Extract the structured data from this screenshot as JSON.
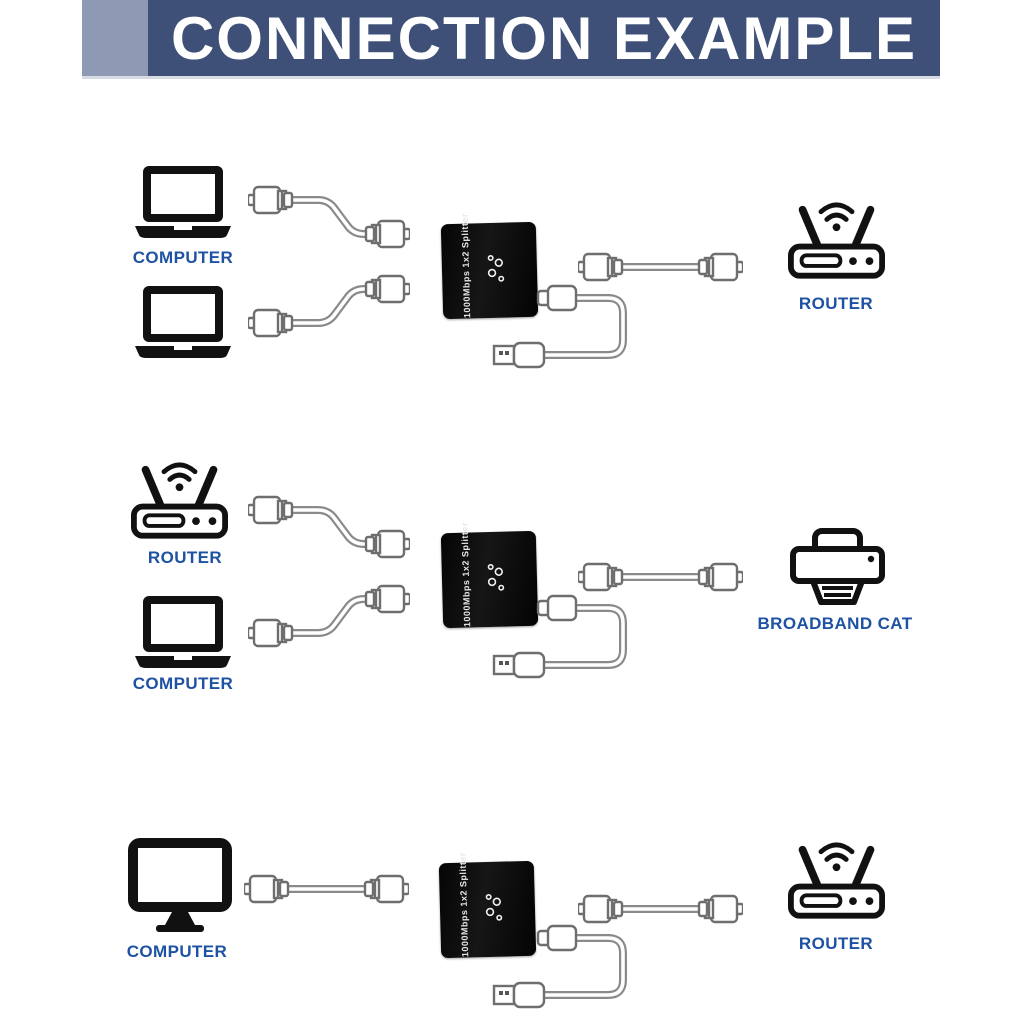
{
  "header": {
    "title": "CONNECTION EXAMPLE",
    "bar_color": "#3e5078",
    "accent_block_color": "#8e9ab4",
    "title_color": "#ffffff"
  },
  "splitter": {
    "label": "1000Mbps 1x2 Splitter"
  },
  "colors": {
    "device_label_blue": "#1e52a2",
    "icon_black": "#111111",
    "cable_gray": "#8a8a8a"
  },
  "rows": [
    {
      "name": "two-computers-to-router",
      "left": [
        {
          "icon": "laptop",
          "label": "COMPUTER"
        },
        {
          "icon": "laptop",
          "label": ""
        }
      ],
      "center": {
        "device": "splitter"
      },
      "right": {
        "icon": "router",
        "label": "ROUTER"
      }
    },
    {
      "name": "router-and-computer-to-broadband-cat",
      "left": [
        {
          "icon": "router",
          "label": "ROUTER"
        },
        {
          "icon": "laptop",
          "label": "COMPUTER"
        }
      ],
      "center": {
        "device": "splitter"
      },
      "right": {
        "icon": "printer",
        "label": "BROADBAND CAT"
      }
    },
    {
      "name": "computer-to-router",
      "left": [
        {
          "icon": "monitor",
          "label": "COMPUTER"
        }
      ],
      "center": {
        "device": "splitter"
      },
      "right": {
        "icon": "router",
        "label": "ROUTER"
      }
    }
  ]
}
